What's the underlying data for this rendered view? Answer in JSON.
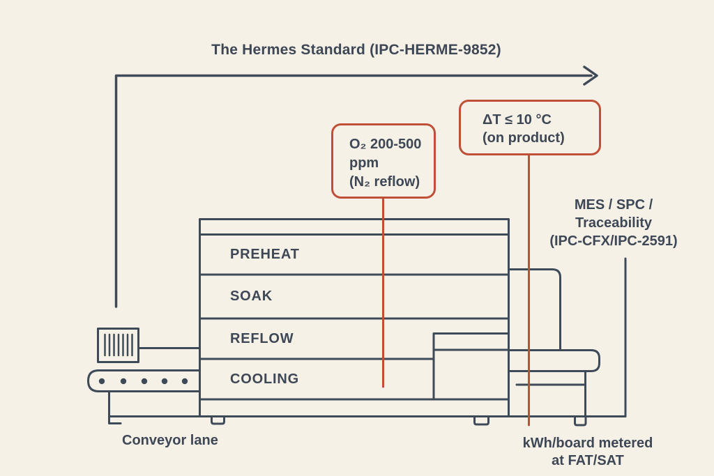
{
  "colors": {
    "background": "#f6f1e7",
    "line": "#3e4a58",
    "accent_red": "#c04f38",
    "text": "#3d4755"
  },
  "header": {
    "title": "The Hermes Standard (IPC-HERME-9852)"
  },
  "oven": {
    "zones": [
      {
        "label": "PREHEAT"
      },
      {
        "label": "SOAK"
      },
      {
        "label": "REFLOW"
      },
      {
        "label": "COOLING"
      }
    ]
  },
  "callouts": {
    "oxygen": {
      "line1": "O₂ 200-500",
      "line2": "ppm",
      "line3": "(N₂ reflow)"
    },
    "delta_t": {
      "line1": "ΔT ≤ 10 °C",
      "line2": "(on product)"
    }
  },
  "annotations": {
    "mes": {
      "line1": "MES / SPC /",
      "line2": "Traceability",
      "line3": "(IPC-CFX/IPC-2591)"
    },
    "conveyor_label": "Conveyor lane",
    "kwh": {
      "line1": "kWh/board metered",
      "line2": "at FAT/SAT"
    }
  }
}
